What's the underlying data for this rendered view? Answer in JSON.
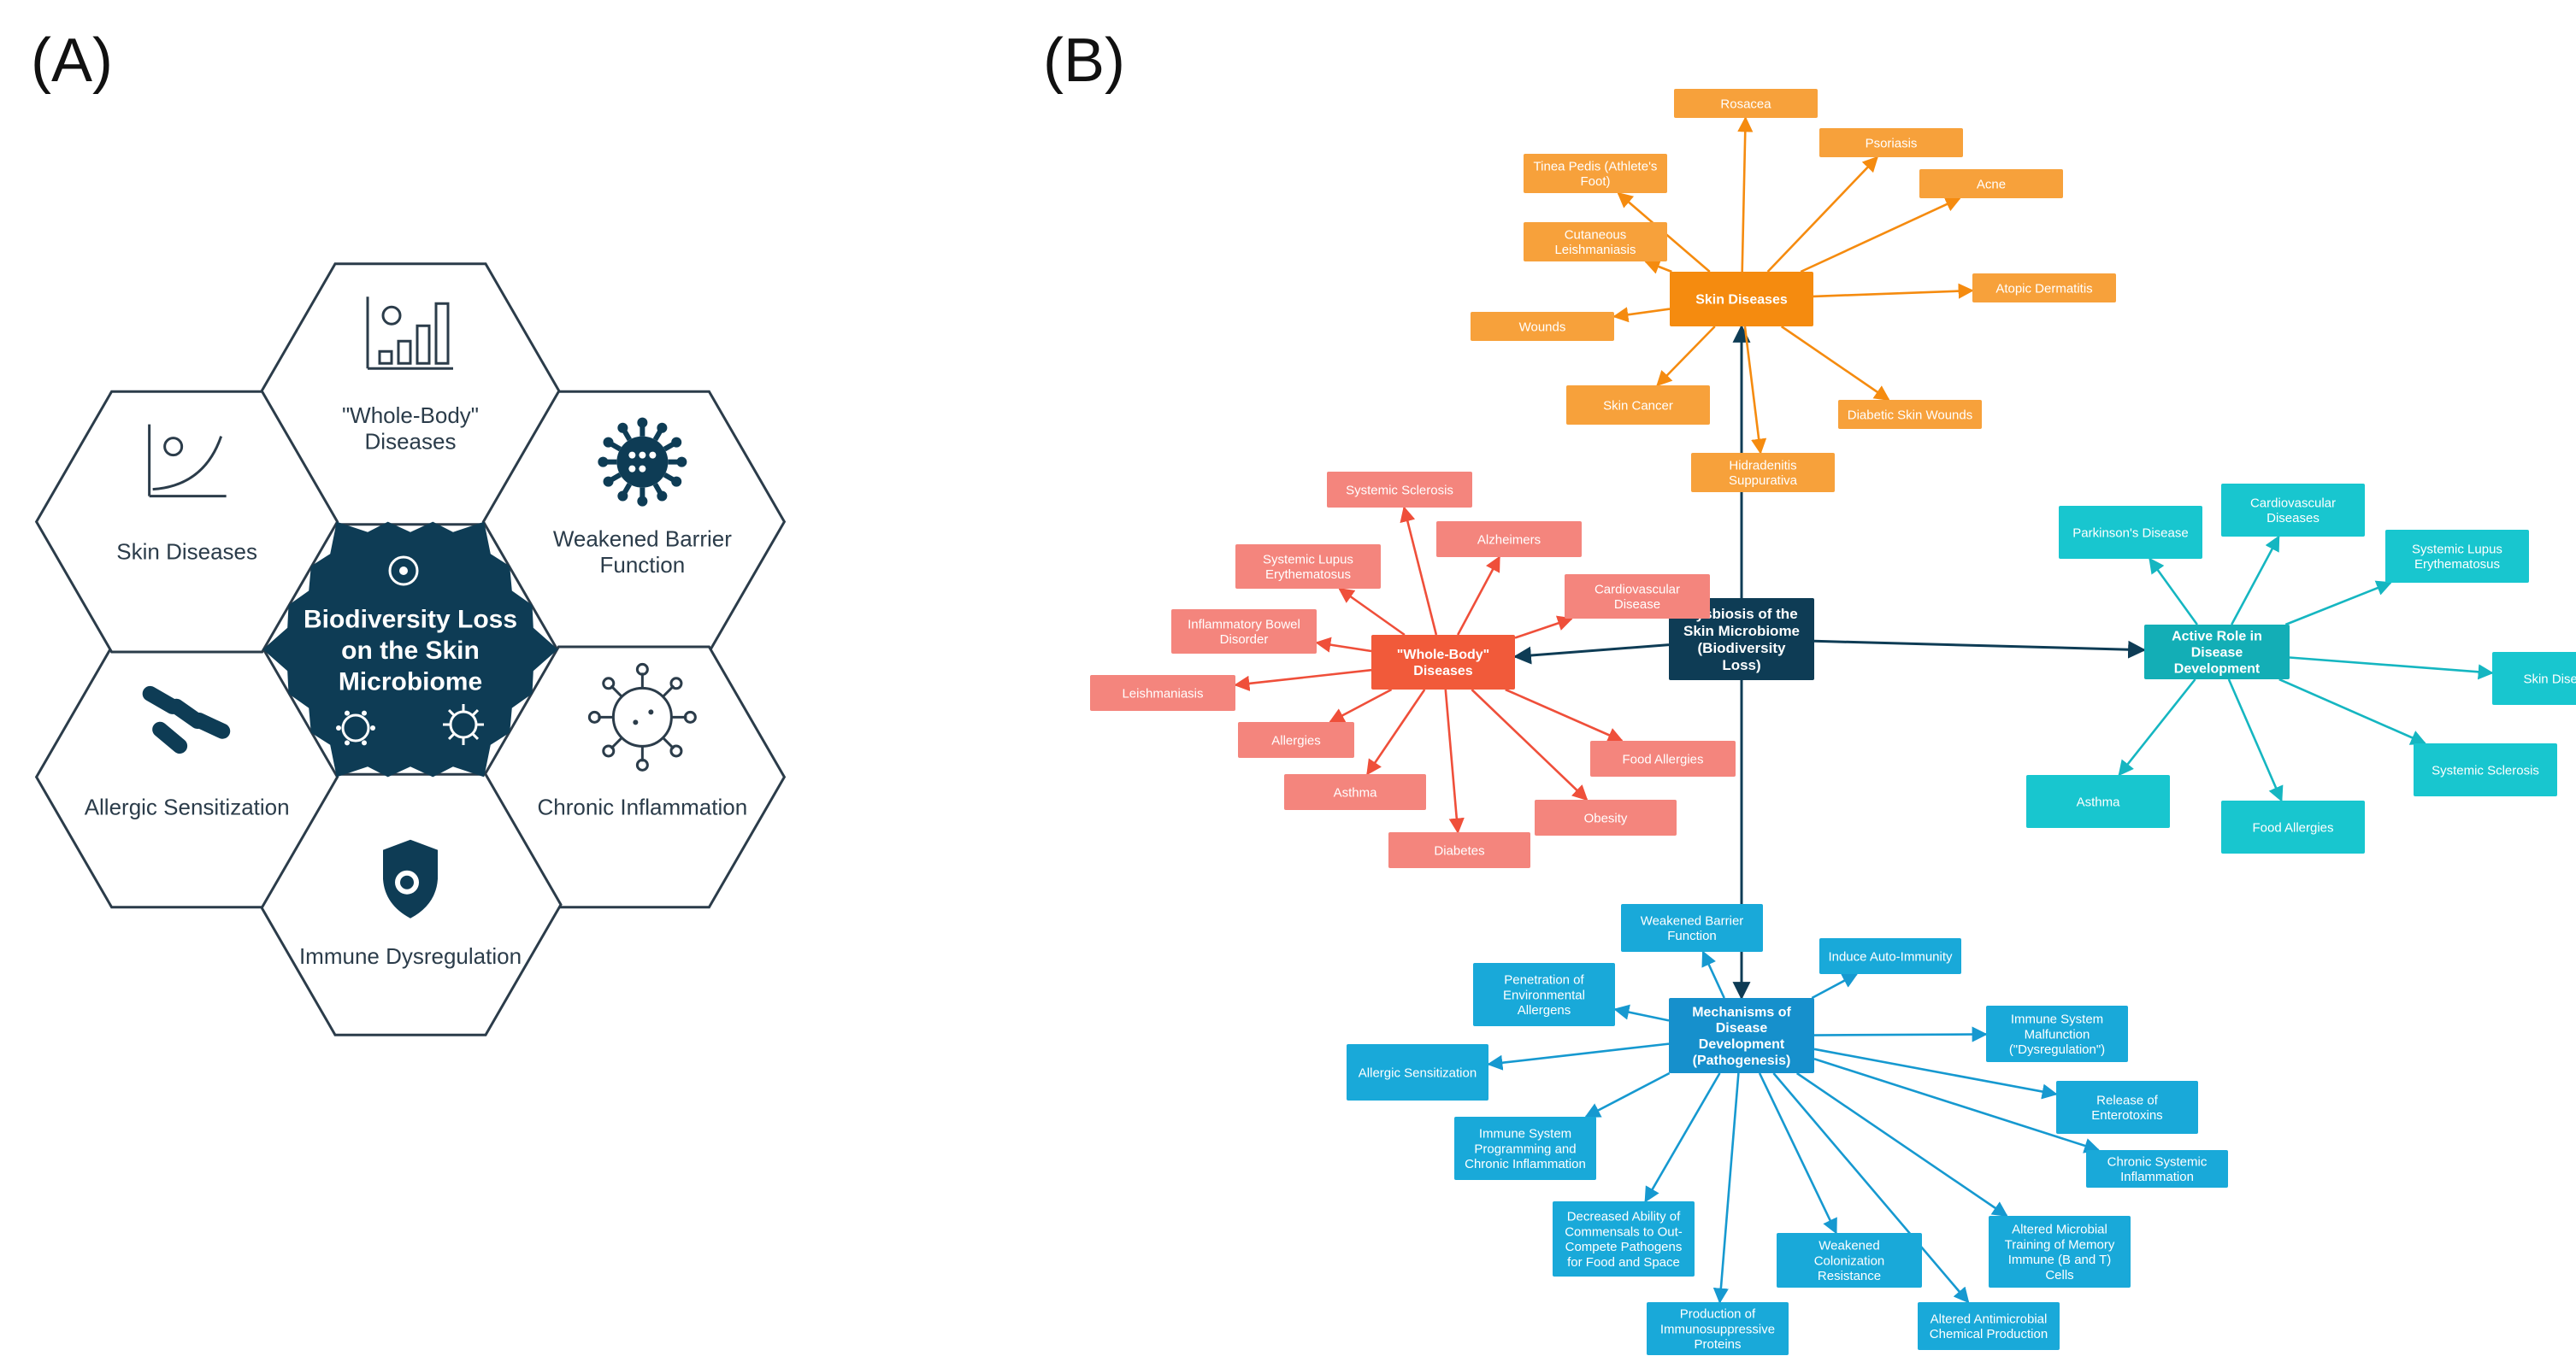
{
  "panel_a": {
    "label": "(A)",
    "center": {
      "lines": [
        "Biodiversity Loss",
        "on the Skin",
        "Microbiome"
      ]
    },
    "hexes": [
      {
        "id": "whole-body",
        "lines": [
          "\"Whole-Body\"",
          "Diseases"
        ],
        "icon": "microbe-bar-chart-icon"
      },
      {
        "id": "weakened-barrier",
        "lines": [
          "Weakened Barrier",
          "Function"
        ],
        "icon": "virus-icon"
      },
      {
        "id": "chronic-inflammation",
        "lines": [
          "Chronic Inflammation"
        ],
        "icon": "virus-outline-icon"
      },
      {
        "id": "immune-dysregulation",
        "lines": [
          "Immune Dysregulation"
        ],
        "icon": "shield-microbe-icon"
      },
      {
        "id": "allergic-sensitization",
        "lines": [
          "Allergic Sensitization"
        ],
        "icon": "bacteria-icon"
      },
      {
        "id": "skin-diseases",
        "lines": [
          "Skin Diseases"
        ],
        "icon": "microbe-growth-chart-icon"
      }
    ],
    "colors": {
      "dark": "#0e3c55",
      "border": "#2b3c4a"
    }
  },
  "panel_b": {
    "label": "(B)",
    "colors": {
      "center": "#0e3c55",
      "skin": "#f7a13b",
      "skin_hub": "#f58b0f",
      "whole": "#f4857d",
      "whole_hub": "#f15a3a",
      "active": "#18c6cf",
      "active_hub": "#13aeb6",
      "mech": "#19a9d9",
      "mech_hub": "#1690cc"
    },
    "center": {
      "lines": [
        "Dysbiosis of the",
        "Skin Microbiome",
        "(Biodiversity",
        "Loss)"
      ]
    },
    "clusters": [
      {
        "id": "skin",
        "hub": {
          "lines": [
            "Skin Diseases"
          ]
        },
        "leaves": [
          {
            "lines": [
              "Rosacea"
            ]
          },
          {
            "lines": [
              "Psoriasis"
            ]
          },
          {
            "lines": [
              "Tinea Pedis (Athlete's",
              "Foot)"
            ]
          },
          {
            "lines": [
              "Acne"
            ]
          },
          {
            "lines": [
              "Cutaneous",
              "Leishmaniasis"
            ]
          },
          {
            "lines": [
              "Atopic Dermatitis"
            ]
          },
          {
            "lines": [
              "Wounds"
            ]
          },
          {
            "lines": [
              "Skin Cancer"
            ]
          },
          {
            "lines": [
              "Diabetic Skin Wounds"
            ]
          },
          {
            "lines": [
              "Hidradenitis",
              "Suppurativa"
            ]
          }
        ]
      },
      {
        "id": "whole",
        "hub": {
          "lines": [
            "\"Whole-Body\"",
            "Diseases"
          ]
        },
        "leaves": [
          {
            "lines": [
              "Systemic Sclerosis"
            ]
          },
          {
            "lines": [
              "Alzheimers"
            ]
          },
          {
            "lines": [
              "Systemic Lupus",
              "Erythematosus"
            ]
          },
          {
            "lines": [
              "Cardiovascular",
              "Disease"
            ]
          },
          {
            "lines": [
              "Inflammatory Bowel",
              "Disorder"
            ]
          },
          {
            "lines": [
              "Leishmaniasis"
            ]
          },
          {
            "lines": [
              "Allergies"
            ]
          },
          {
            "lines": [
              "Food Allergies"
            ]
          },
          {
            "lines": [
              "Asthma"
            ]
          },
          {
            "lines": [
              "Obesity"
            ]
          },
          {
            "lines": [
              "Diabetes"
            ]
          }
        ]
      },
      {
        "id": "active",
        "hub": {
          "lines": [
            "Active Role in",
            "Disease",
            "Development"
          ]
        },
        "leaves": [
          {
            "lines": [
              "Parkinson's Disease"
            ]
          },
          {
            "lines": [
              "Cardiovascular",
              "Diseases"
            ]
          },
          {
            "lines": [
              "Systemic Lupus",
              "Erythematosus"
            ]
          },
          {
            "lines": [
              "Skin Diseases"
            ]
          },
          {
            "lines": [
              "Systemic Sclerosis"
            ]
          },
          {
            "lines": [
              "Asthma"
            ]
          },
          {
            "lines": [
              "Food Allergies"
            ]
          }
        ]
      },
      {
        "id": "mech",
        "hub": {
          "lines": [
            "Mechanisms of",
            "Disease",
            "Development",
            "(Pathogenesis)"
          ]
        },
        "leaves": [
          {
            "lines": [
              "Weakened Barrier",
              "Function"
            ]
          },
          {
            "lines": [
              "Induce Auto-Immunity"
            ]
          },
          {
            "lines": [
              "Penetration of",
              "Environmental",
              "Allergens"
            ]
          },
          {
            "lines": [
              "Immune System",
              "Malfunction",
              "(\"Dysregulation\")"
            ]
          },
          {
            "lines": [
              "Allergic Sensitization"
            ]
          },
          {
            "lines": [
              "Release of",
              "Enterotoxins"
            ]
          },
          {
            "lines": [
              "Immune System",
              "Programming and",
              "Chronic Inflammation"
            ]
          },
          {
            "lines": [
              "Chronic Systemic",
              "Inflammation"
            ]
          },
          {
            "lines": [
              "Decreased Ability of",
              "Commensals to Out-",
              "Compete Pathogens",
              "for Food and Space"
            ]
          },
          {
            "lines": [
              "Altered Microbial",
              "Training of Memory",
              "Immune (B and T)",
              "Cells"
            ]
          },
          {
            "lines": [
              "Weakened",
              "Colonization",
              "Resistance"
            ]
          },
          {
            "lines": [
              "Production of",
              "Immunosuppressive",
              "Proteins"
            ]
          },
          {
            "lines": [
              "Altered Antimicrobial",
              "Chemical Production"
            ]
          }
        ]
      }
    ]
  }
}
